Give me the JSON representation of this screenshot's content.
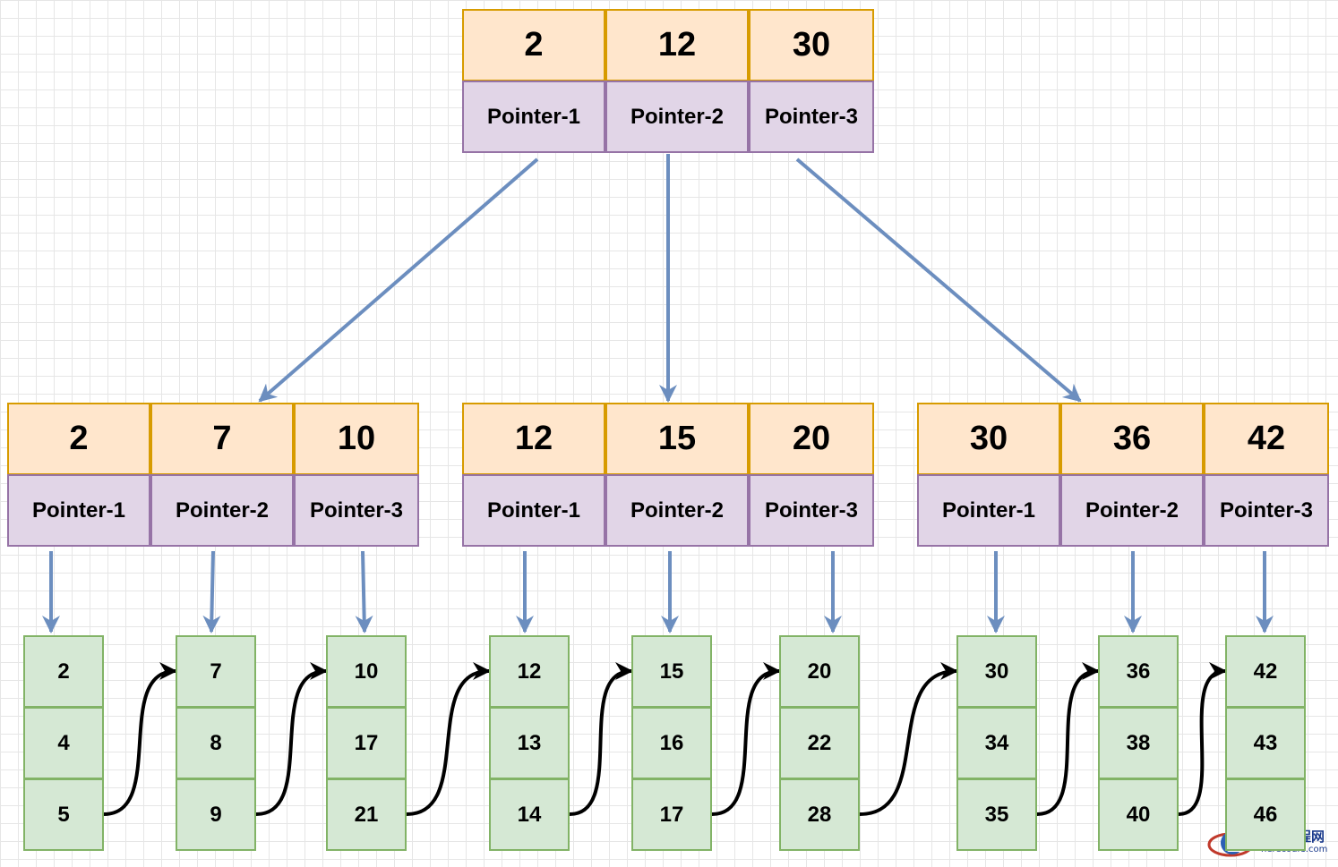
{
  "colors": {
    "key_fill": "#ffe6cc",
    "key_border": "#d79b00",
    "pointer_fill": "#e1d5e7",
    "pointer_border": "#9673a6",
    "leaf_fill": "#d5e8d4",
    "leaf_border": "#82b366",
    "pointer_arrow": "#6c8ebf",
    "leaf_link": "#000000"
  },
  "root": {
    "keys": [
      "2",
      "12",
      "30"
    ],
    "pointers": [
      "Pointer-1",
      "Pointer-2",
      "Pointer-3"
    ]
  },
  "internal_nodes": [
    {
      "keys": [
        "2",
        "7",
        "10"
      ],
      "pointers": [
        "Pointer-1",
        "Pointer-2",
        "Pointer-3"
      ]
    },
    {
      "keys": [
        "12",
        "15",
        "20"
      ],
      "pointers": [
        "Pointer-1",
        "Pointer-2",
        "Pointer-3"
      ]
    },
    {
      "keys": [
        "30",
        "36",
        "42"
      ],
      "pointers": [
        "Pointer-1",
        "Pointer-2",
        "Pointer-3"
      ]
    }
  ],
  "leaves": [
    [
      "2",
      "4",
      "5"
    ],
    [
      "7",
      "8",
      "9"
    ],
    [
      "10",
      "17",
      "21"
    ],
    [
      "12",
      "13",
      "14"
    ],
    [
      "15",
      "16",
      "17"
    ],
    [
      "20",
      "22",
      "28"
    ],
    [
      "30",
      "34",
      "35"
    ],
    [
      "36",
      "38",
      "40"
    ],
    [
      "42",
      "43",
      "46"
    ]
  ],
  "watermark": {
    "logo_icon": "z-globe-logo",
    "text": "这里教程网",
    "subtext": "herecours.com"
  }
}
